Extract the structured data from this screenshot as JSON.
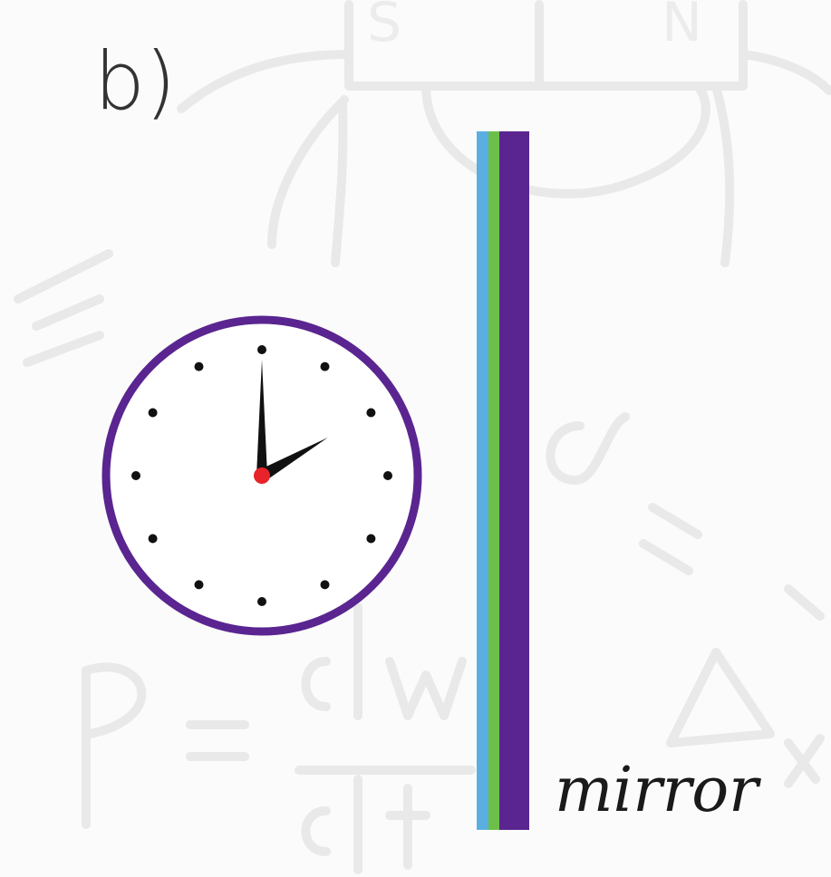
{
  "panel_label": "b)",
  "mirror_label": "mirror",
  "clock": {
    "hour": 2,
    "minute": 0,
    "marker_count": 12
  },
  "colors": {
    "clock_rim": "#5a2590",
    "clock_face": "#ffffff",
    "hands": "#111111",
    "center_pin": "#e8232a",
    "mirror_front": "#5aafe0",
    "mirror_middle": "#6cc04a",
    "mirror_back": "#5a2590"
  },
  "background_sketch": [
    "S",
    "N",
    "E",
    "P",
    "dW",
    "dt",
    "a",
    "Δx"
  ]
}
